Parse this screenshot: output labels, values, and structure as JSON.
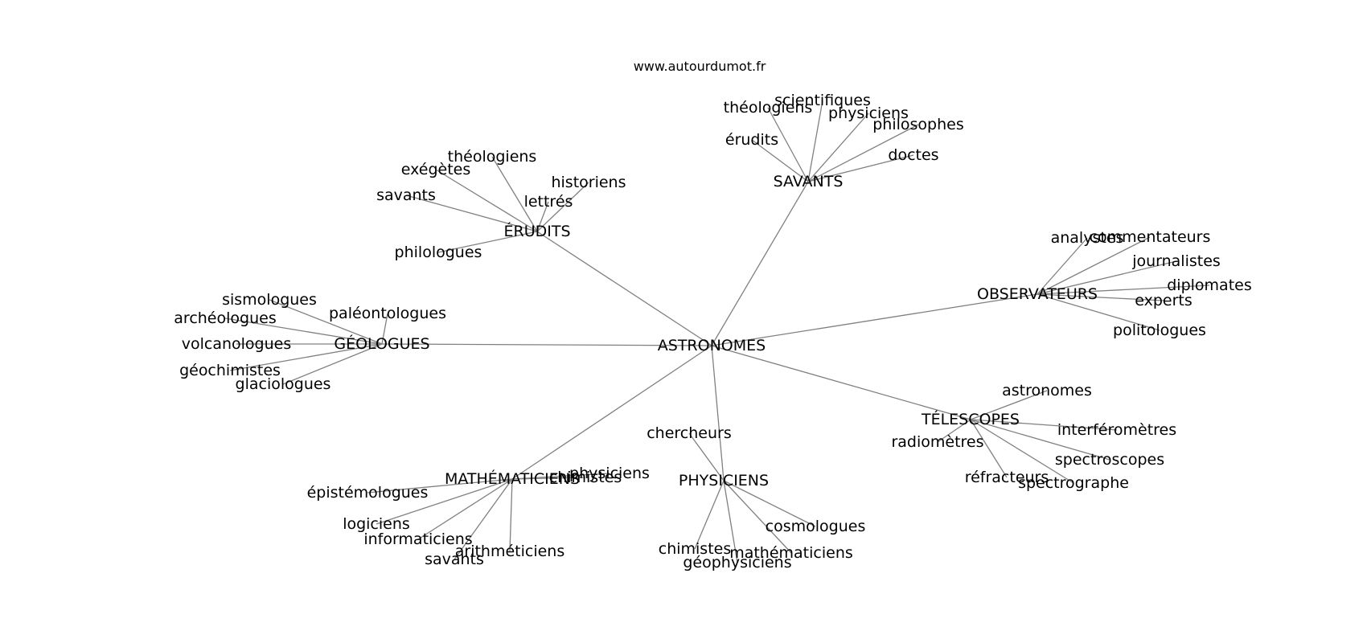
{
  "source": "www.autourdumot.fr",
  "center": "ASTRONOMES",
  "groups": [
    {
      "hub": "SAVANTS",
      "children": [
        "scientifiques",
        "théologiens",
        "physiciens",
        "philosophes",
        "érudits",
        "doctes"
      ]
    },
    {
      "hub": "ÉRUDITS",
      "children": [
        "théologiens",
        "exégètes",
        "historiens",
        "savants",
        "lettrés",
        "philologues"
      ]
    },
    {
      "hub": "OBSERVATEURS",
      "children": [
        "analystes",
        "commentateurs",
        "journalistes",
        "diplomates",
        "experts",
        "politologues"
      ]
    },
    {
      "hub": "GÉOLOGUES",
      "children": [
        "sismologues",
        "paléontologues",
        "archéologues",
        "volcanologues",
        "géochimistes",
        "glaciologues"
      ]
    },
    {
      "hub": "TÉLESCOPES",
      "children": [
        "astronomes",
        "interféromètres",
        "radiomètres",
        "spectroscopes",
        "réfracteurs",
        "spectrographe"
      ]
    },
    {
      "hub": "MATHÉMATICIENS",
      "children": [
        "physiciens",
        "chimistes",
        "épistémologues",
        "logiciens",
        "informaticiens",
        "arithméticiens",
        "savants"
      ]
    },
    {
      "hub": "PHYSICIENS",
      "children": [
        "chercheurs",
        "cosmologues",
        "chimistes",
        "mathématiciens",
        "géophysiciens"
      ]
    }
  ]
}
